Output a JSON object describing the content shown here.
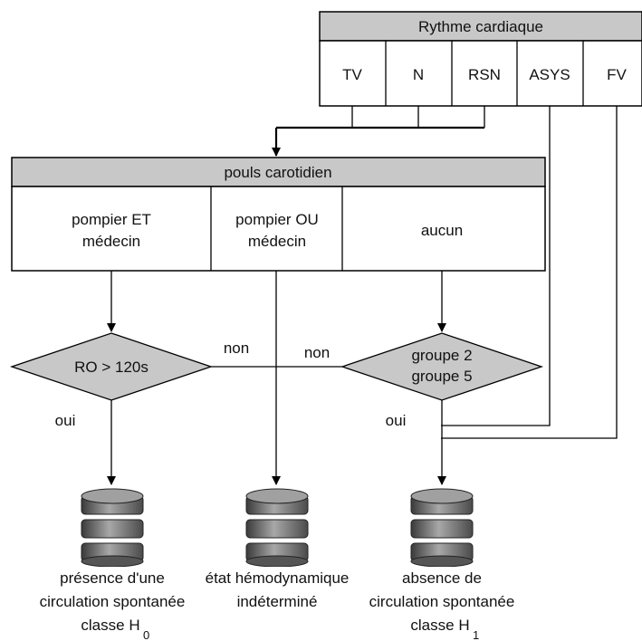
{
  "rhythm": {
    "title": "Rythme cardiaque",
    "cells": [
      "TV",
      "N",
      "RSN",
      "ASYS",
      "FV"
    ]
  },
  "pulse": {
    "title": "pouls carotidien",
    "cols": [
      [
        "pompier ET",
        "médecin"
      ],
      [
        "pompier OU",
        "médecin"
      ],
      [
        "aucun"
      ]
    ]
  },
  "decisions": {
    "left": [
      "RO > 120s"
    ],
    "right": [
      "groupe 2",
      "groupe 5"
    ]
  },
  "edge_labels": {
    "non_left": "non",
    "non_right": "non",
    "oui_left": "oui",
    "oui_right": "oui"
  },
  "outcomes": {
    "left": {
      "lines": [
        "présence d'une",
        "circulation spontanée",
        "classe H"
      ],
      "sub": "0"
    },
    "middle": {
      "lines": [
        "état hémodynamique",
        "indéterminé"
      ]
    },
    "right": {
      "lines": [
        "absence de",
        "circulation spontanée",
        "classe H"
      ],
      "sub": "1"
    }
  },
  "colors": {
    "header_fill": "#c8c8c8",
    "db_dark": "#3a3a3a",
    "db_light": "#9a9a9a"
  }
}
